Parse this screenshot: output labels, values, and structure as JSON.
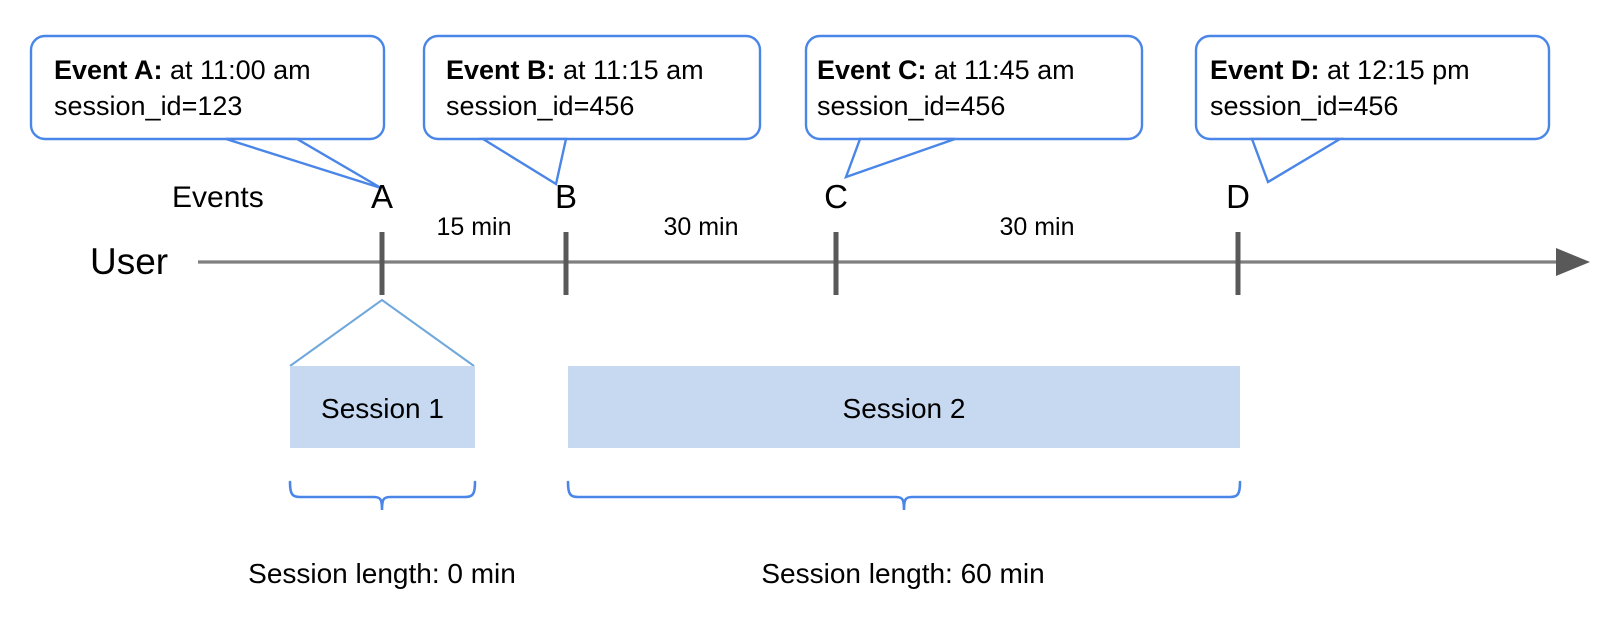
{
  "diagram": {
    "axis_label": "User",
    "events_label": "Events",
    "callouts": [
      {
        "title": "Event A:",
        "time": " at 11:00 am",
        "session": "session_id=123"
      },
      {
        "title": "Event B:",
        "time": " at 11:15 am",
        "session": "session_id=456"
      },
      {
        "title": "Event C:",
        "time": " at 11:45 am",
        "session": "session_id=456"
      },
      {
        "title": "Event D:",
        "time": " at 12:15 pm",
        "session": "session_id=456"
      }
    ],
    "markers": [
      {
        "label": "A"
      },
      {
        "label": "B"
      },
      {
        "label": "C"
      },
      {
        "label": "D"
      }
    ],
    "intervals": [
      {
        "label": "15 min"
      },
      {
        "label": "30 min"
      },
      {
        "label": "30 min"
      }
    ],
    "sessions": [
      {
        "label": "Session 1",
        "length_label": "Session length: 0 min"
      },
      {
        "label": "Session 2",
        "length_label": "Session length: 60 min"
      }
    ],
    "colors": {
      "stroke_blue": "#4a86e8",
      "session_fill": "#c6d9f1",
      "axis_gray": "#808080",
      "tick_gray": "#595959",
      "text_black": "#000000"
    }
  }
}
